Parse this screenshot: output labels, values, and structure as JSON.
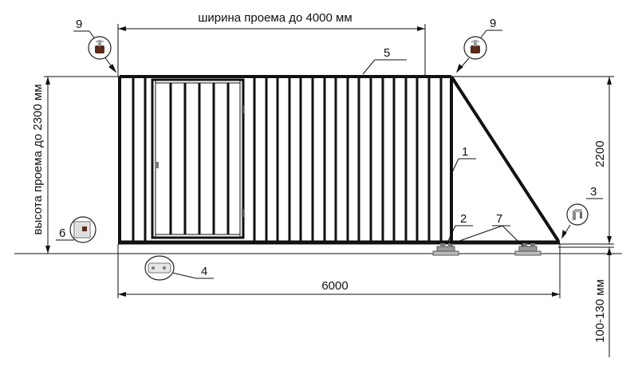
{
  "diagram": {
    "width_dimension": {
      "label": "ширина проема до 4000 мм"
    },
    "height_dimension": {
      "label": "высота проема до 2300 мм"
    },
    "total_length": {
      "label": "6000"
    },
    "panel_height": {
      "label": "2200"
    },
    "ground_clearance": {
      "label": "100-130 мм"
    },
    "callouts": [
      {
        "number": "1",
        "target": "frame"
      },
      {
        "number": "2",
        "target": "roller-carriage"
      },
      {
        "number": "3",
        "target": "end-roller"
      },
      {
        "number": "4",
        "target": "catcher"
      },
      {
        "number": "5",
        "target": "vertical-pickets"
      },
      {
        "number": "6",
        "target": "control-unit"
      },
      {
        "number": "7",
        "target": "roller-carriages"
      },
      {
        "number": "9",
        "target": "top-roller-left"
      },
      {
        "number": "9",
        "target": "top-roller-right"
      }
    ],
    "colors": {
      "line": "#111111",
      "frame": "#111111",
      "fill": "#ffffff",
      "hardware": "#8c8c8c",
      "brown": "#5a2a1a"
    }
  }
}
